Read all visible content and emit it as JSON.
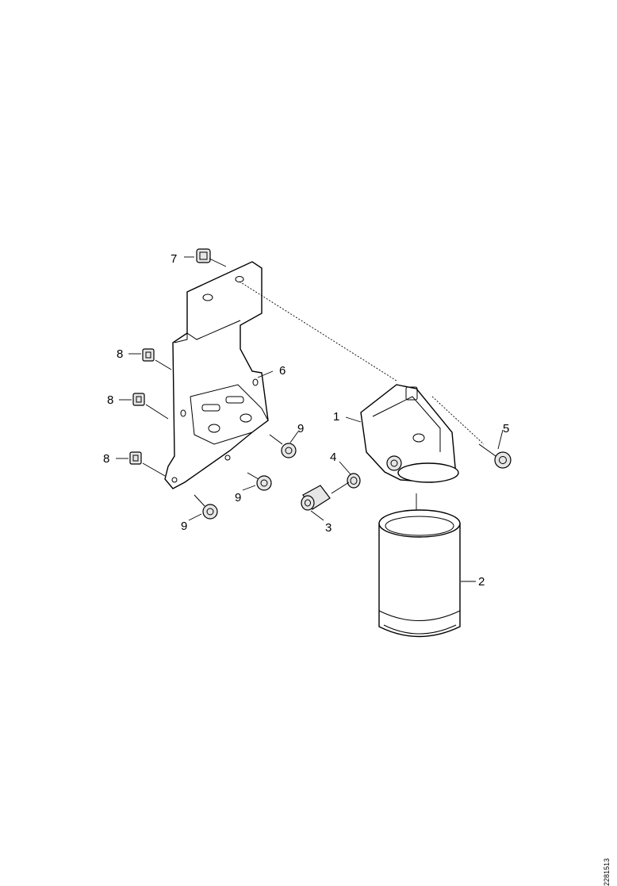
{
  "diagram": {
    "callouts": {
      "c1": "1",
      "c2": "2",
      "c3": "3",
      "c4": "4",
      "c5": "5",
      "c6": "6",
      "c7": "7",
      "c8a": "8",
      "c8b": "8",
      "c8c": "8",
      "c9a": "9",
      "c9b": "9",
      "c9c": "9"
    },
    "reference_code": "2281513"
  }
}
